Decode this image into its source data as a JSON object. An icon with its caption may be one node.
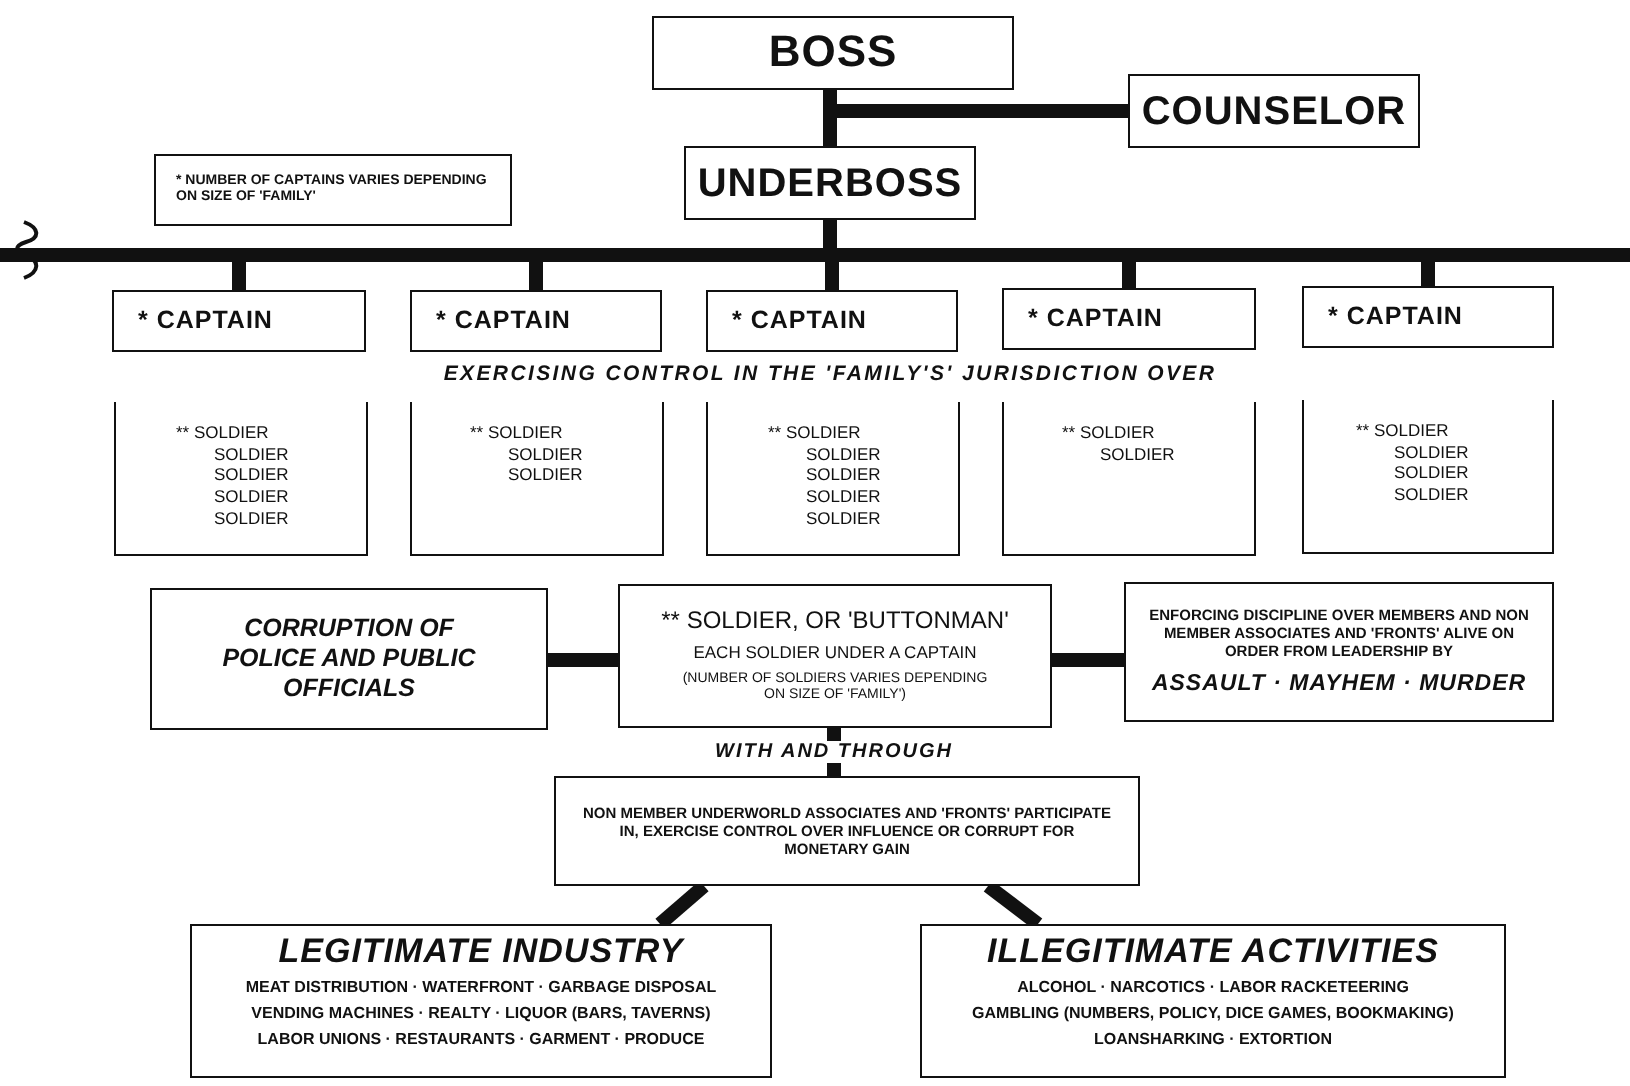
{
  "diagram": {
    "nodes": [
      {
        "text": [
          "BOSS"
        ]
      },
      {
        "text": [
          "COUNSELOR"
        ]
      },
      {
        "text": [
          "UNDERBOSS"
        ]
      },
      {
        "text": [
          "* NUMBER OF CAPTAINS VARIES DEPENDING ON SIZE OF 'FAMILY'"
        ]
      },
      {
        "text": [],
        "shape": "bar"
      },
      {
        "text": [
          "* CAPTAIN"
        ]
      },
      {
        "text": [
          "* CAPTAIN"
        ]
      },
      {
        "text": [
          "* CAPTAIN"
        ]
      },
      {
        "text": [
          "* CAPTAIN"
        ]
      },
      {
        "text": [
          "* CAPTAIN"
        ]
      },
      {
        "text": [
          "** SOLDIER",
          "SOLDIER",
          "SOLDIER",
          "SOLDIER",
          "SOLDIER"
        ]
      },
      {
        "text": [
          "** SOLDIER",
          "SOLDIER",
          "SOLDIER"
        ]
      },
      {
        "text": [
          "** SOLDIER",
          "SOLDIER",
          "SOLDIER",
          "SOLDIER",
          "SOLDIER"
        ]
      },
      {
        "text": [
          "** SOLDIER",
          "SOLDIER"
        ]
      },
      {
        "text": [
          "** SOLDIER",
          "SOLDIER",
          "SOLDIER",
          "SOLDIER"
        ]
      },
      {
        "text": [
          "CORRUPTION OF POLICE AND PUBLIC OFFICIALS"
        ]
      },
      {
        "text": [
          "** SOLDIER, OR 'BUTTONMAN'",
          "EACH SOLDIER UNDER A CAPTAIN",
          "(NUMBER OF SOLDIERS VARIES DEPENDING ON SIZE OF 'FAMILY')"
        ]
      },
      {
        "text": [
          "ENFORCING DISCIPLINE OVER MEMBERS AND NON MEMBER ASSOCIATES AND 'FRONTS' ALIVE ON ORDER FROM LEADERSHIP BY",
          "ASSAULT · MAYHEM · MURDER"
        ]
      },
      {
        "text": [
          "NON MEMBER UNDERWORLD ASSOCIATES AND 'FRONTS' PARTICIPATE IN, EXERCISE CONTROL OVER INFLUENCE OR CORRUPT FOR MONETARY GAIN"
        ]
      },
      {
        "text": [
          "LEGITIMATE INDUSTRY",
          "MEAT DISTRIBUTION · WATERFRONT · GARBAGE DISPOSAL",
          "VENDING MACHINES · REALTY · LIQUOR (BARS, TAVERNS)",
          "LABOR UNIONS · RESTAURANTS · GARMENT · PRODUCE"
        ]
      },
      {
        "text": [
          "ILLEGITIMATE ACTIVITIES",
          "ALCOHOL · NARCOTICS · LABOR RACKETEERING",
          "GAMBLING (NUMBERS, POLICY, DICE GAMES, BOOKMAKING)",
          "LOANSHARKING · EXTORTION"
        ]
      }
    ],
    "edges": [
      {
        "from": 0,
        "to": 2,
        "arrow": "none"
      },
      {
        "from": 0,
        "to": 1,
        "arrow": "none"
      },
      {
        "from": 2,
        "to": 4,
        "arrow": "none"
      },
      {
        "from": 4,
        "to": 5,
        "arrow": "none"
      },
      {
        "from": 4,
        "to": 6,
        "arrow": "none"
      },
      {
        "from": 4,
        "to": 7,
        "arrow": "none"
      },
      {
        "from": 4,
        "to": 8,
        "arrow": "none"
      },
      {
        "from": 4,
        "to": 9,
        "arrow": "none"
      },
      {
        "from": 16,
        "to": 15,
        "arrow": "none"
      },
      {
        "from": 16,
        "to": 17,
        "arrow": "none"
      },
      {
        "from": 16,
        "to": 18,
        "label": "WITH AND THROUGH",
        "arrow": "none"
      },
      {
        "from": 18,
        "to": 19,
        "arrow": "none"
      },
      {
        "from": 18,
        "to": 20,
        "arrow": "none"
      }
    ],
    "labels": [
      "EXERCISING CONTROL IN THE 'FAMILY'S' JURISDICTION OVER"
    ]
  }
}
